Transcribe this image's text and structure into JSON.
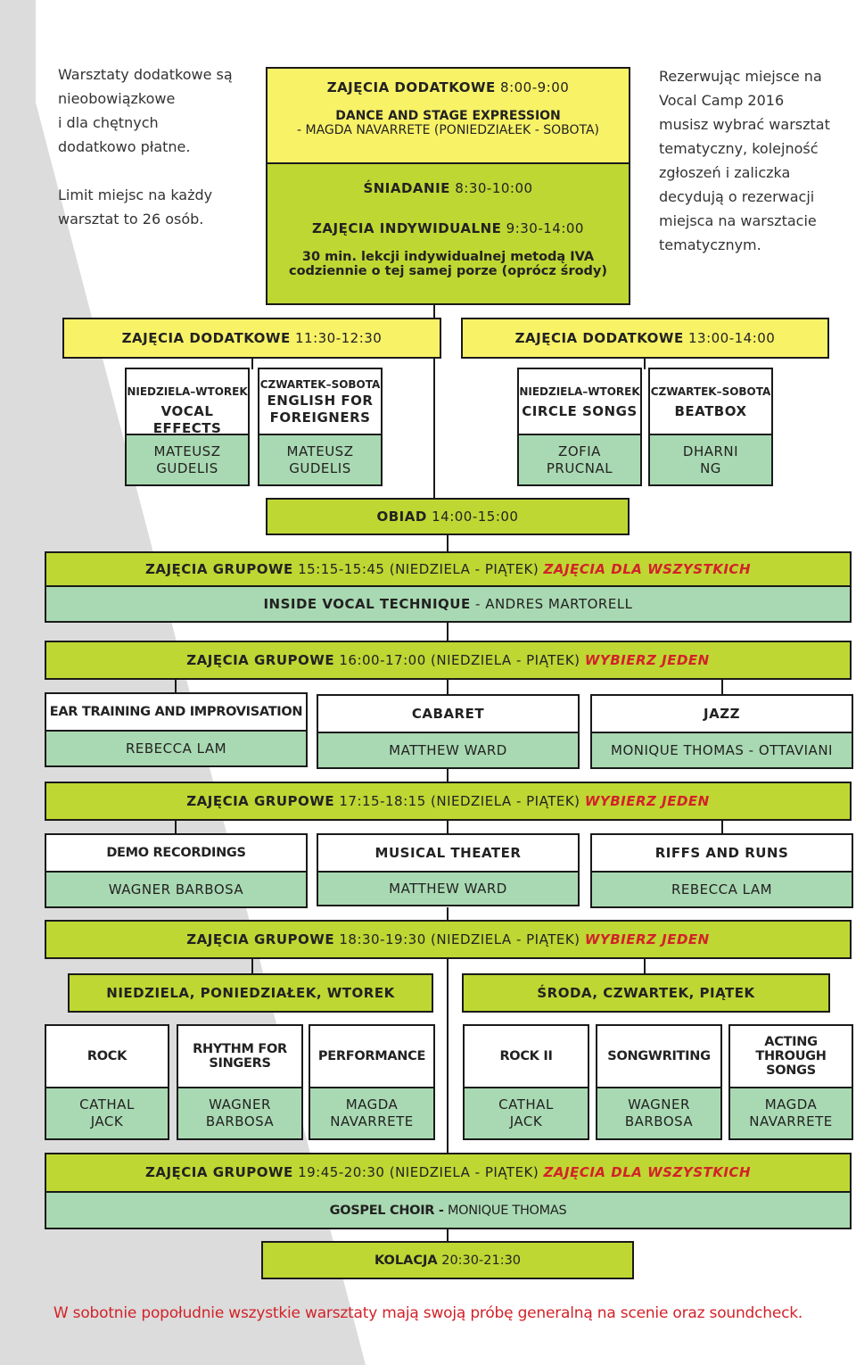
{
  "left_note": {
    "line1": "Warsztaty dodatkowe są",
    "line2": "nieobowiązkowe",
    "line3": "i dla chętnych",
    "line4": "dodatkowo płatne.",
    "line5": "Limit miejsc na każdy",
    "line6": "warsztat to 26 osób."
  },
  "right_note": {
    "line1": "Rezerwując miejsce na",
    "line2": "Vocal Camp 2016",
    "line3": "musisz wybrać warsztat",
    "line4": "tematyczny, kolejność",
    "line5": "zgłoszeń i zaliczka",
    "line6": "decydują o rezerwacji",
    "line7": "miejsca na warsztacie",
    "line8": "tematycznym."
  },
  "morning": {
    "label": "ZAJĘCIA DODATKOWE",
    "time": "8:00-9:00",
    "dance_title": "DANCE AND STAGE EXPRESSION",
    "dance_sub": "- MAGDA NAVARRETE (PONIEDZIAŁEK - SOBOTA)"
  },
  "breakfast": {
    "label": "ŚNIADANIE",
    "time": "8:30-10:00"
  },
  "individual": {
    "label": "ZAJĘCIA INDYWIDUALNE",
    "time": "9:30-14:00",
    "note1": "30 min. lekcji indywidualnej metodą IVA",
    "note2": "codziennie o tej samej porze (oprócz środy)"
  },
  "extra_a": {
    "label": "ZAJĘCIA DODATKOWE",
    "time": "11:30-12:30",
    "workshops": [
      {
        "days": "NIEDZIELA–WTOREK",
        "title": "VOCAL EFFECTS",
        "teacher1": "MATEUSZ",
        "teacher2": "GUDELIS"
      },
      {
        "days": "CZWARTEK–SOBOTA",
        "title": "ENGLISH FOR FOREIGNERS",
        "teacher1": "MATEUSZ",
        "teacher2": "GUDELIS"
      }
    ]
  },
  "extra_b": {
    "label": "ZAJĘCIA DODATKOWE",
    "time": "13:00-14:00",
    "workshops": [
      {
        "days": "NIEDZIELA–WTOREK",
        "title": "CIRCLE SONGS",
        "teacher1": "ZOFIA",
        "teacher2": "PRUCNAL"
      },
      {
        "days": "CZWARTEK–SOBOTA",
        "title": "BEATBOX",
        "teacher1": "DHARNI",
        "teacher2": "NG"
      }
    ]
  },
  "lunch": {
    "label": "OBIAD",
    "time": "14:00-15:00"
  },
  "group1": {
    "label": "ZAJĘCIA GRUPOWE",
    "time": "15:15-15:45 (NIEDZIELA - PIĄTEK)",
    "tag": "ZAJĘCIA DLA WSZYSTKICH",
    "class_title": "INSIDE VOCAL TECHNIQUE",
    "class_teacher": "- ANDRES MARTORELL"
  },
  "group2": {
    "label": "ZAJĘCIA GRUPOWE",
    "time": "16:00-17:00  (NIEDZIELA - PIĄTEK)",
    "tag": "WYBIERZ JEDEN",
    "options": [
      {
        "title": "EAR TRAINING AND IMPROVISATION",
        "teacher": "REBECCA LAM"
      },
      {
        "title": "CABARET",
        "teacher": "MATTHEW WARD"
      },
      {
        "title": "JAZZ",
        "teacher": "MONIQUE THOMAS - OTTAVIANI"
      }
    ]
  },
  "group3": {
    "label": "ZAJĘCIA GRUPOWE",
    "time": "17:15-18:15 (NIEDZIELA - PIĄTEK)",
    "tag": "WYBIERZ JEDEN",
    "options": [
      {
        "title": "DEMO RECORDINGS",
        "teacher": "WAGNER BARBOSA"
      },
      {
        "title": "MUSICAL THEATER",
        "teacher": "MATTHEW WARD"
      },
      {
        "title": "RIFFS AND RUNS",
        "teacher": "REBECCA LAM"
      }
    ]
  },
  "group4": {
    "label": "ZAJĘCIA GRUPOWE",
    "time": "18:30-19:30 (NIEDZIELA - PIĄTEK)",
    "tag": "WYBIERZ JEDEN",
    "days_a": "NIEDZIELA, PONIEDZIAŁEK, WTOREK",
    "days_b": "ŚRODA, CZWARTEK, PIĄTEK",
    "options": [
      {
        "title": "ROCK",
        "teacher1": "CATHAL",
        "teacher2": "JACK"
      },
      {
        "title": "RHYTHM FOR SINGERS",
        "teacher1": "WAGNER",
        "teacher2": "BARBOSA"
      },
      {
        "title": "PERFORMANCE",
        "teacher1": "MAGDA",
        "teacher2": "NAVARRETE"
      },
      {
        "title": "ROCK II",
        "teacher1": "CATHAL",
        "teacher2": "JACK"
      },
      {
        "title": "SONGWRITING",
        "teacher1": "WAGNER",
        "teacher2": "BARBOSA"
      },
      {
        "title": "ACTING THROUGH SONGS",
        "teacher1": "MAGDA",
        "teacher2": "NAVARRETE"
      }
    ]
  },
  "group5": {
    "label": "ZAJĘCIA GRUPOWE",
    "time": "19:45-20:30 (NIEDZIELA - PIĄTEK)",
    "tag": "ZAJĘCIA DLA WSZYSTKICH",
    "class_title": "GOSPEL CHOIR -",
    "class_teacher": "MONIQUE THOMAS"
  },
  "dinner": {
    "label": "KOLACJA",
    "time": "20:30-21:30"
  },
  "footer": "W sobotnie popołudnie wszystkie warsztaty mają swoją próbę generalną na scenie oraz soundcheck.",
  "colors": {
    "yellow": "#f8f267",
    "green": "#bfd732",
    "mint": "#a9d9b2",
    "red": "#d22229",
    "grey": "#dcdcdc"
  }
}
